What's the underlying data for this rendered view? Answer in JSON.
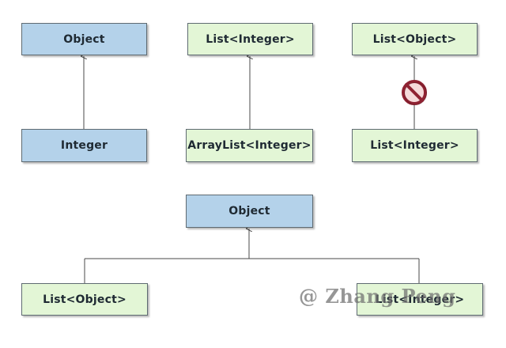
{
  "colors": {
    "class_box": "#b4d2ea",
    "generic_box": "#e3f6d6",
    "border": "#5f6b72",
    "line": "#4a4a4a",
    "forbidden": "#a02a3a"
  },
  "diagram": {
    "group1": {
      "parent": "Object",
      "child": "Integer"
    },
    "group2": {
      "parent": "List<Integer>",
      "child": "ArrayList<Integer>"
    },
    "group3": {
      "parent": "List<Object>",
      "child": "List<Integer>",
      "relation_icon": "prohibited-icon"
    },
    "group4": {
      "parent": "Object",
      "child_left": "List<Object>",
      "child_right": "List<Integer>"
    }
  },
  "watermark": "@ Zhang Peng"
}
